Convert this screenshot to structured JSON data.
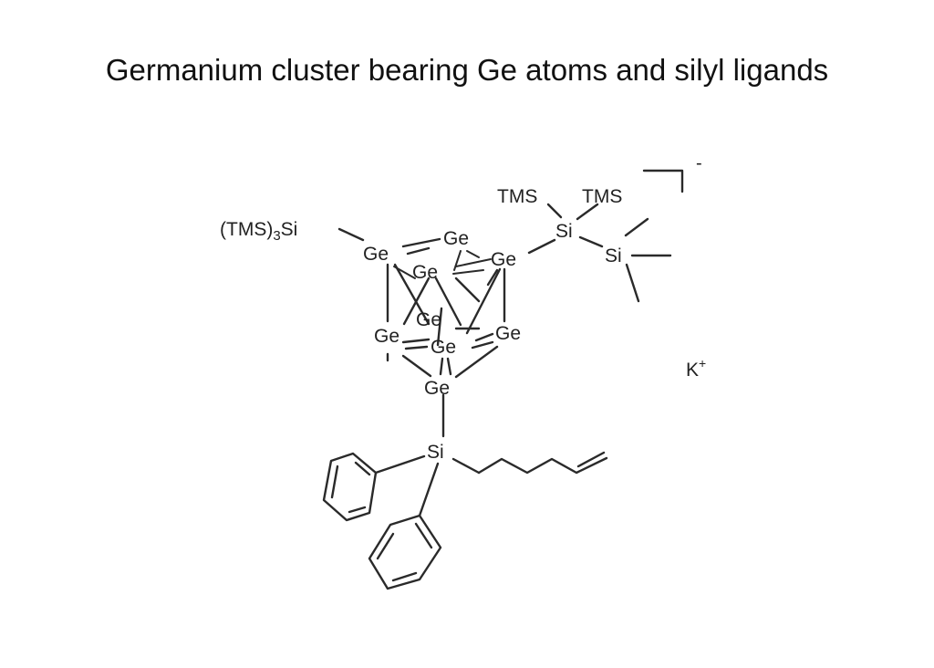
{
  "title": "Germanium cluster bearing Ge atoms and silyl ligands",
  "atoms": {
    "ge_a": "Ge",
    "ge_b": "Ge",
    "ge_c": "Ge",
    "ge_d": "Ge",
    "ge_e": "Ge",
    "ge_f": "Ge",
    "ge_g": "Ge",
    "ge_h": "Ge",
    "ge_bottom": "Ge",
    "si_left_prefix": "(TMS)",
    "si_left_sub": "3",
    "si_left_suffix": "Si",
    "tms_1": "TMS",
    "tms_2": "TMS",
    "si_top": "Si",
    "si_right": "Si",
    "si_bottom": "Si"
  },
  "charge": "-",
  "counterion": {
    "symbol": "K",
    "charge": "+"
  }
}
